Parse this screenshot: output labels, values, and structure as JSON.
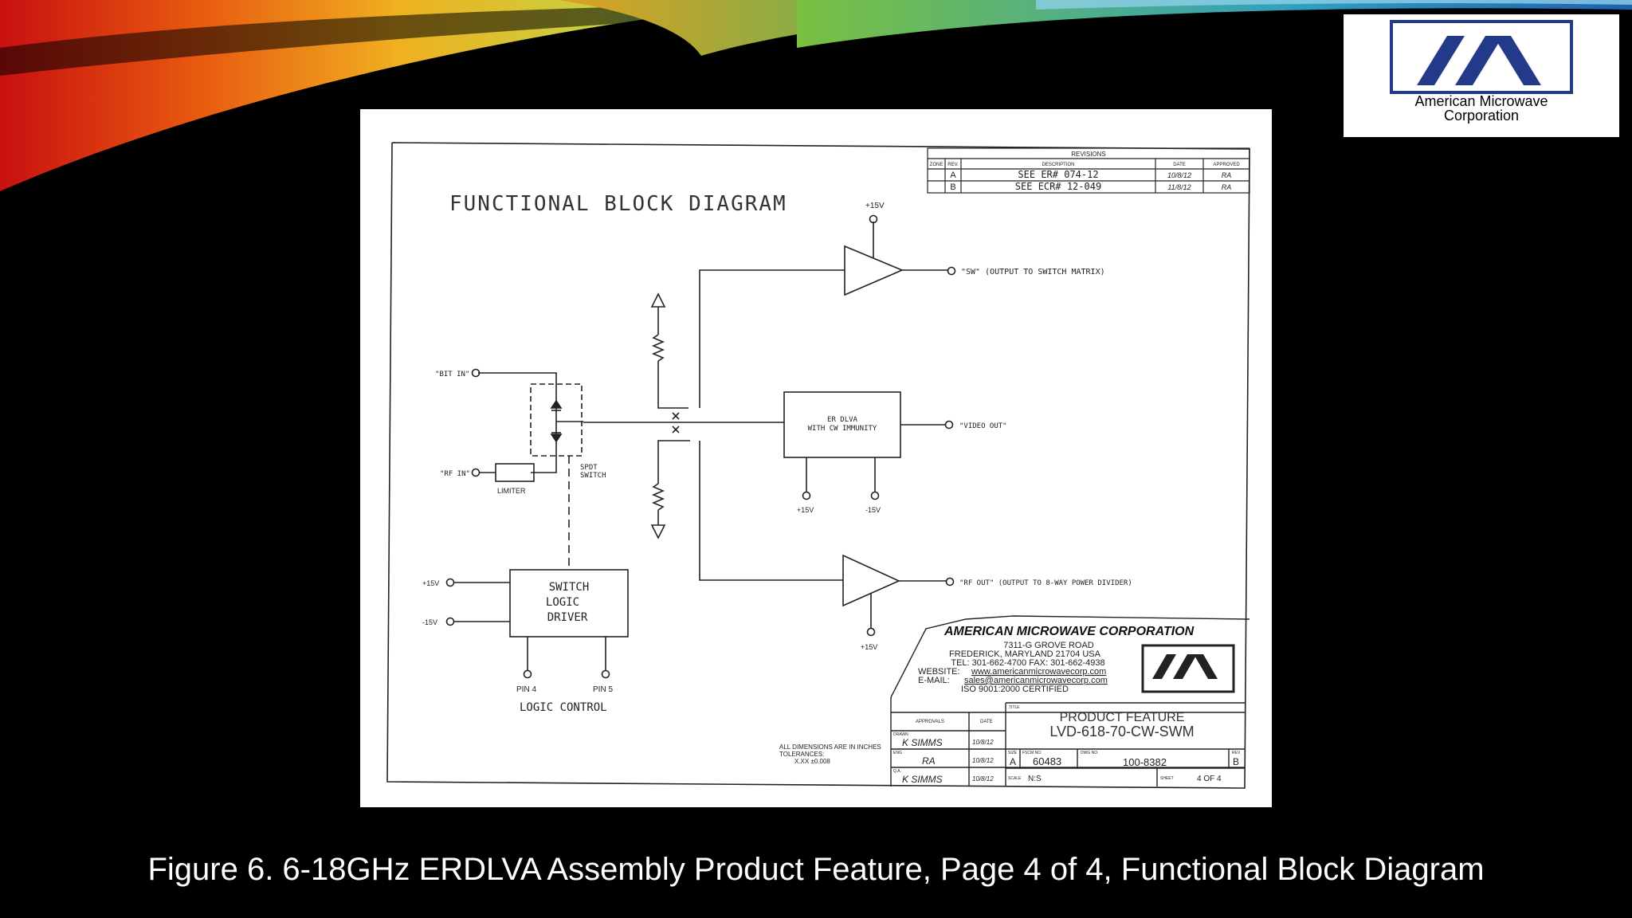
{
  "slide": {
    "caption": "Figure 6.  6-18GHz ERDLVA Assembly Product Feature, Page 4 of 4, Functional Block Diagram"
  },
  "logo": {
    "company_line1": "American Microwave",
    "company_line2": "Corporation",
    "brand_color": "#233a8a"
  },
  "drawing": {
    "title": "FUNCTIONAL BLOCK DIAGRAM",
    "supply_top": "+15V",
    "sw_output": "\"SW\" (OUTPUT TO SWITCH MATRIX)",
    "bit_in": "\"BIT IN\"",
    "rf_in": "\"RF IN\"",
    "limiter": "LIMITER",
    "spdt_line1": "SPDT",
    "spdt_line2": "SWITCH",
    "erdlva_line1": "ER DLVA",
    "erdlva_line2": "WITH CW IMMUNITY",
    "video_out": "\"VIDEO OUT\"",
    "erdlva_pos": "+15V",
    "erdlva_neg": "-15V",
    "rf_out": "\"RF OUT\" (OUTPUT TO 8-WAY POWER DIVIDER)",
    "rf_amp_supply": "+15V",
    "driver_pos": "+15V",
    "driver_neg": "-15V",
    "driver_line1": "SWITCH",
    "driver_line2": "LOGIC",
    "driver_line3": "DRIVER",
    "pin4": "PIN 4",
    "pin5": "PIN 5",
    "logic_control": "LOGIC CONTROL",
    "dims_line1": "ALL DIMENSIONS ARE IN INCHES",
    "dims_line2": "TOLERANCES:",
    "dims_line3": "X.XX    ±0.008"
  },
  "revisions": {
    "heading": "REVISIONS",
    "col_zone": "ZONE",
    "col_rev": "REV.",
    "col_desc": "DESCRIPTION",
    "col_date": "DATE",
    "col_approved": "APPROVED",
    "rows": [
      {
        "rev": "A",
        "desc": "SEE ER# 074-12",
        "date": "10/8/12",
        "approved": "RA"
      },
      {
        "rev": "B",
        "desc": "SEE ECR# 12-049",
        "date": "11/8/12",
        "approved": "RA"
      }
    ]
  },
  "title_block": {
    "company": "AMERICAN MICROWAVE CORPORATION",
    "address1": "7311-G GROVE ROAD",
    "address2": "FREDERICK, MARYLAND 21704 USA",
    "phone": "TEL: 301-662-4700  FAX: 301-662-4938",
    "website_label": "WEBSITE:",
    "website": "www.americanmicrowavecorp.com",
    "email_label": "E-MAIL:",
    "email": "sales@americanmicrowavecorp.com",
    "iso": "ISO 9001:2000 CERTIFIED",
    "approvals": "APPROVALS",
    "date_hdr": "DATE",
    "drawn_label": "DRAWN",
    "drawn_by": "K SIMMS",
    "drawn_date": "10/8/12",
    "eng_label": "ENG",
    "eng_by": "RA",
    "eng_date": "10/8/12",
    "qa_label": "Q.A.",
    "qa_by": "K SIMMS",
    "qa_date": "10/8/12",
    "title_label": "TITLE",
    "title_line1": "PRODUCT FEATURE",
    "title_line2": "LVD-618-70-CW-SWM",
    "size_label": "SIZE",
    "size": "A",
    "fscm_label": "FSCM NO.",
    "fscm": "60483",
    "dwg_label": "DWG NO.",
    "dwg": "100-8382",
    "rev_label": "REV.",
    "rev": "B",
    "scale_label": "SCALE",
    "scale": "N:S",
    "sheet_label": "SHEET",
    "sheet": "4  OF  4"
  }
}
